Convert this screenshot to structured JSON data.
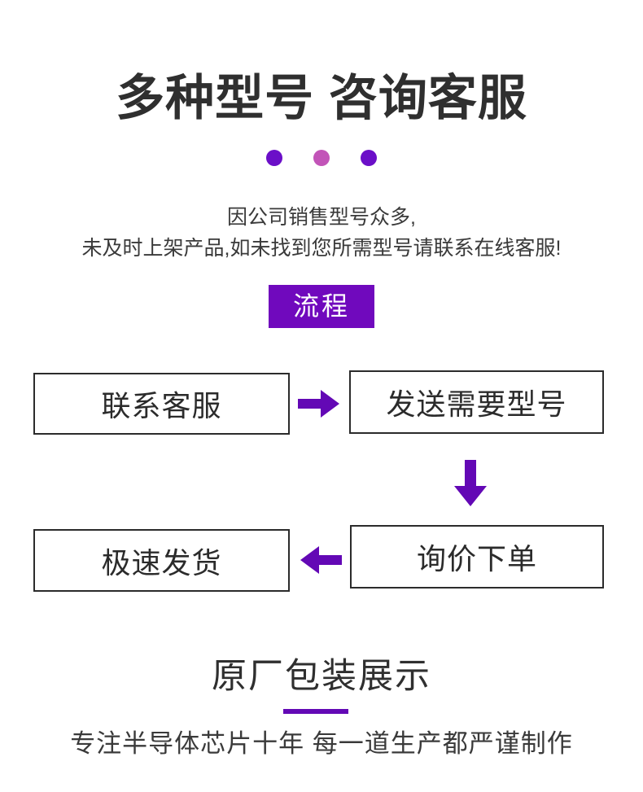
{
  "hero": {
    "title": "多种型号 咨询客服",
    "dots": [
      {
        "name": "dot-purple-left",
        "color": "#6B0FC8"
      },
      {
        "name": "dot-pink-center",
        "color": "#C254B8"
      },
      {
        "name": "dot-purple-right",
        "color": "#6B0FC8"
      }
    ]
  },
  "intro": {
    "line1": "因公司销售型号众多,",
    "line2": "未及时上架产品,如未找到您所需型号请联系在线客服!"
  },
  "process": {
    "badge_label": "流程",
    "badge_color": "#7009BD",
    "arrow_color": "#6308B5",
    "steps": [
      {
        "id": "contact",
        "label": "联系客服"
      },
      {
        "id": "send",
        "label": "发送需要型号"
      },
      {
        "id": "inquire",
        "label": "询价下单"
      },
      {
        "id": "ship",
        "label": "极速发货"
      }
    ],
    "arrows": [
      {
        "name": "arrow-right-icon",
        "direction": "right"
      },
      {
        "name": "arrow-down-icon",
        "direction": "down"
      },
      {
        "name": "arrow-left-icon",
        "direction": "left"
      }
    ]
  },
  "packaging_section": {
    "heading": "原厂包装展示",
    "underline_color": "#6308B5",
    "subtitle": "专注半导体芯片十年 每一道生产都严谨制作"
  },
  "theme": {
    "background": "#ffffff",
    "text_dark": "#2f2f2f",
    "purple": "#6308B5",
    "pink": "#C254B8"
  }
}
